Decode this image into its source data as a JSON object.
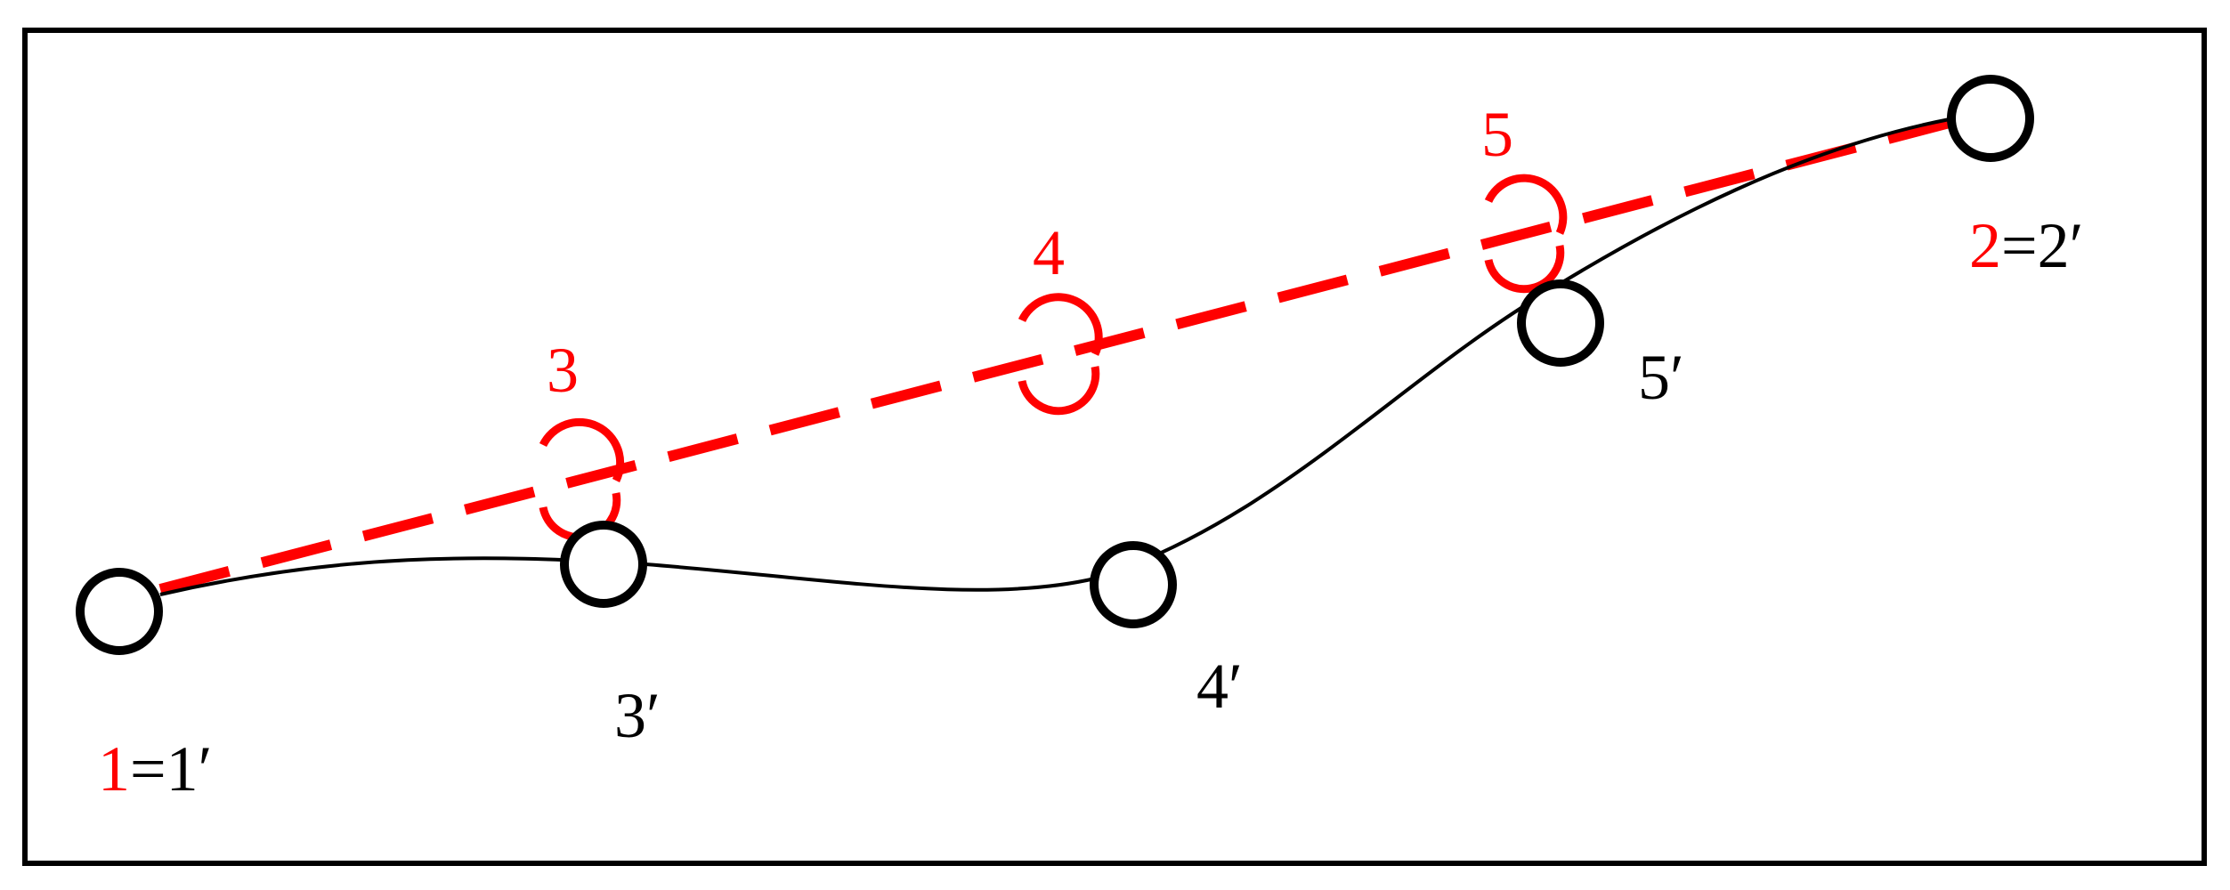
{
  "colors": {
    "initial": "#ff0000",
    "final": "#000000"
  },
  "labels": {
    "node1": {
      "red": "1",
      "black": "=1′"
    },
    "node2": {
      "red": "2",
      "black": "=2′"
    },
    "node3_initial": "3",
    "node4_initial": "4",
    "node5_initial": "5",
    "node3_final": "3′",
    "node4_final": "4′",
    "node5_final": "5′"
  }
}
